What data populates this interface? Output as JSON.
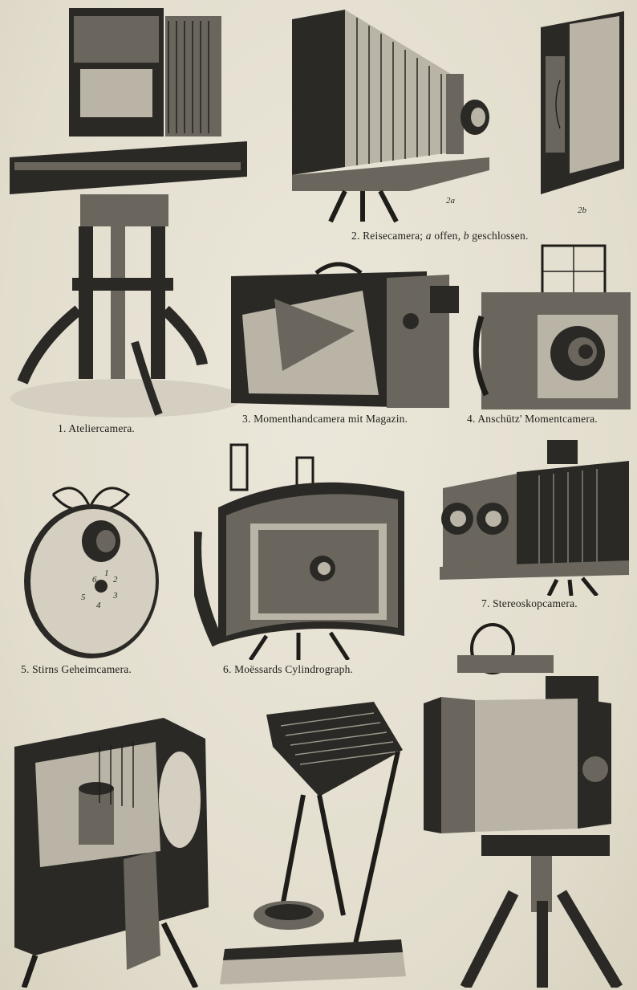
{
  "captions": {
    "c1": "1. Ateliercamera.",
    "c2": "2. Reisecamera;",
    "c2_a": "a",
    "c2_mid": "offen,",
    "c2_b": "b",
    "c2_end": "geschlossen.",
    "c3": "3. Momenthandcamera mit Magazin.",
    "c4": "4. Anschütz' Momentcamera.",
    "c5": "5. Stirns Geheimcamera.",
    "c6": "6. Moëssards Cylindrograph.",
    "c7": "7. Stereoskopcamera."
  },
  "sublabels": {
    "s2a": "2a",
    "s2b": "2b"
  },
  "dial_numbers": [
    "6",
    "1",
    "2",
    "3",
    "4",
    "5"
  ]
}
